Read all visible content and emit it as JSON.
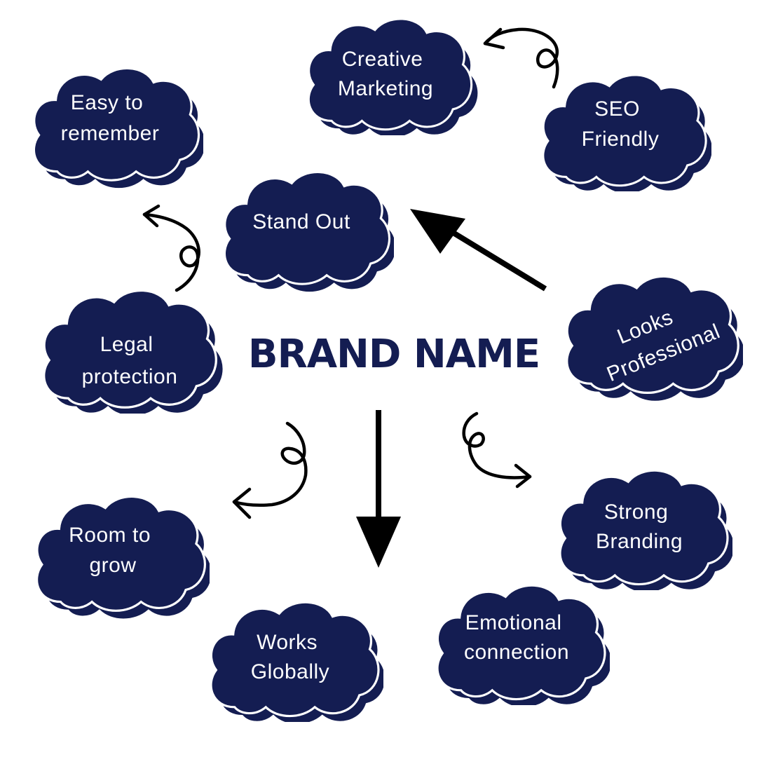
{
  "colors": {
    "cloud_fill": "#141d52",
    "cloud_outline": "#ffffff",
    "title": "#141d52",
    "arrows": "#000000",
    "background": "#ffffff"
  },
  "center": {
    "title": "BRAND NAME"
  },
  "clouds": [
    {
      "id": "easy-to-remember",
      "lines": [
        "Easy to",
        "remember"
      ]
    },
    {
      "id": "creative-marketing",
      "lines": [
        "Creative",
        "Marketing"
      ]
    },
    {
      "id": "seo-friendly",
      "lines": [
        "SEO",
        "Friendly"
      ]
    },
    {
      "id": "stand-out",
      "lines": [
        "Stand Out"
      ]
    },
    {
      "id": "legal-protection",
      "lines": [
        "Legal",
        "protection"
      ]
    },
    {
      "id": "looks-professional",
      "lines": [
        "Looks",
        "Professional"
      ]
    },
    {
      "id": "strong-branding",
      "lines": [
        "Strong",
        "Branding"
      ]
    },
    {
      "id": "room-to-grow",
      "lines": [
        "Room to",
        "grow"
      ]
    },
    {
      "id": "works-globally",
      "lines": [
        "Works",
        "Globally"
      ]
    },
    {
      "id": "emotional-connection",
      "lines": [
        "Emotional",
        "connection"
      ]
    }
  ],
  "arrows": [
    {
      "id": "swirl-seo-to-creative",
      "style": "curly",
      "from": "seo-friendly",
      "to": "creative-marketing"
    },
    {
      "id": "swirl-legal-to-easy",
      "style": "curly",
      "from": "legal-protection",
      "to": "easy-to-remember"
    },
    {
      "id": "straight-to-stand-out",
      "style": "straight",
      "to": "stand-out"
    },
    {
      "id": "straight-down",
      "style": "straight",
      "to": "works-globally"
    },
    {
      "id": "swirl-to-room",
      "style": "curly",
      "to": "room-to-grow"
    },
    {
      "id": "swirl-to-strong",
      "style": "curly",
      "to": "strong-branding"
    }
  ]
}
